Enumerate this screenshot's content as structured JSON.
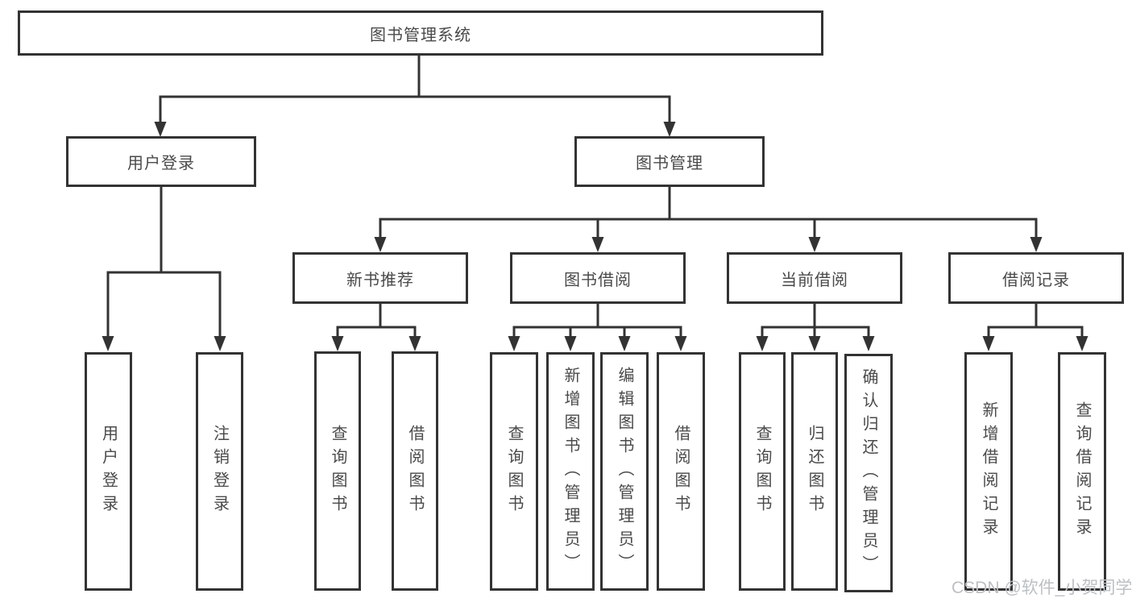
{
  "diagram_title": "图书管理系统",
  "colors": {
    "line": "#333333",
    "node_text": "#4a4a4a",
    "background": "#ffffff",
    "watermark": "#bcc0c4"
  },
  "tree": {
    "root": "图书管理系统",
    "children": [
      {
        "label": "用户登录",
        "children": [
          "用户登录",
          "注销登录"
        ]
      },
      {
        "label": "图书管理",
        "children": [
          {
            "label": "新书推荐",
            "children": [
              "查询图书",
              "借阅图书"
            ]
          },
          {
            "label": "图书借阅",
            "children": [
              "查询图书",
              "新增图书（管理员）",
              "编辑图书（管理员）",
              "借阅图书"
            ]
          },
          {
            "label": "当前借阅",
            "children": [
              "查询图书",
              "归还图书",
              "确认归还（管理员）"
            ]
          },
          {
            "label": "借阅记录",
            "children": [
              "新增借阅记录",
              "查询借阅记录"
            ]
          }
        ]
      }
    ]
  },
  "watermark": "CSDN @软件_小贺同学"
}
